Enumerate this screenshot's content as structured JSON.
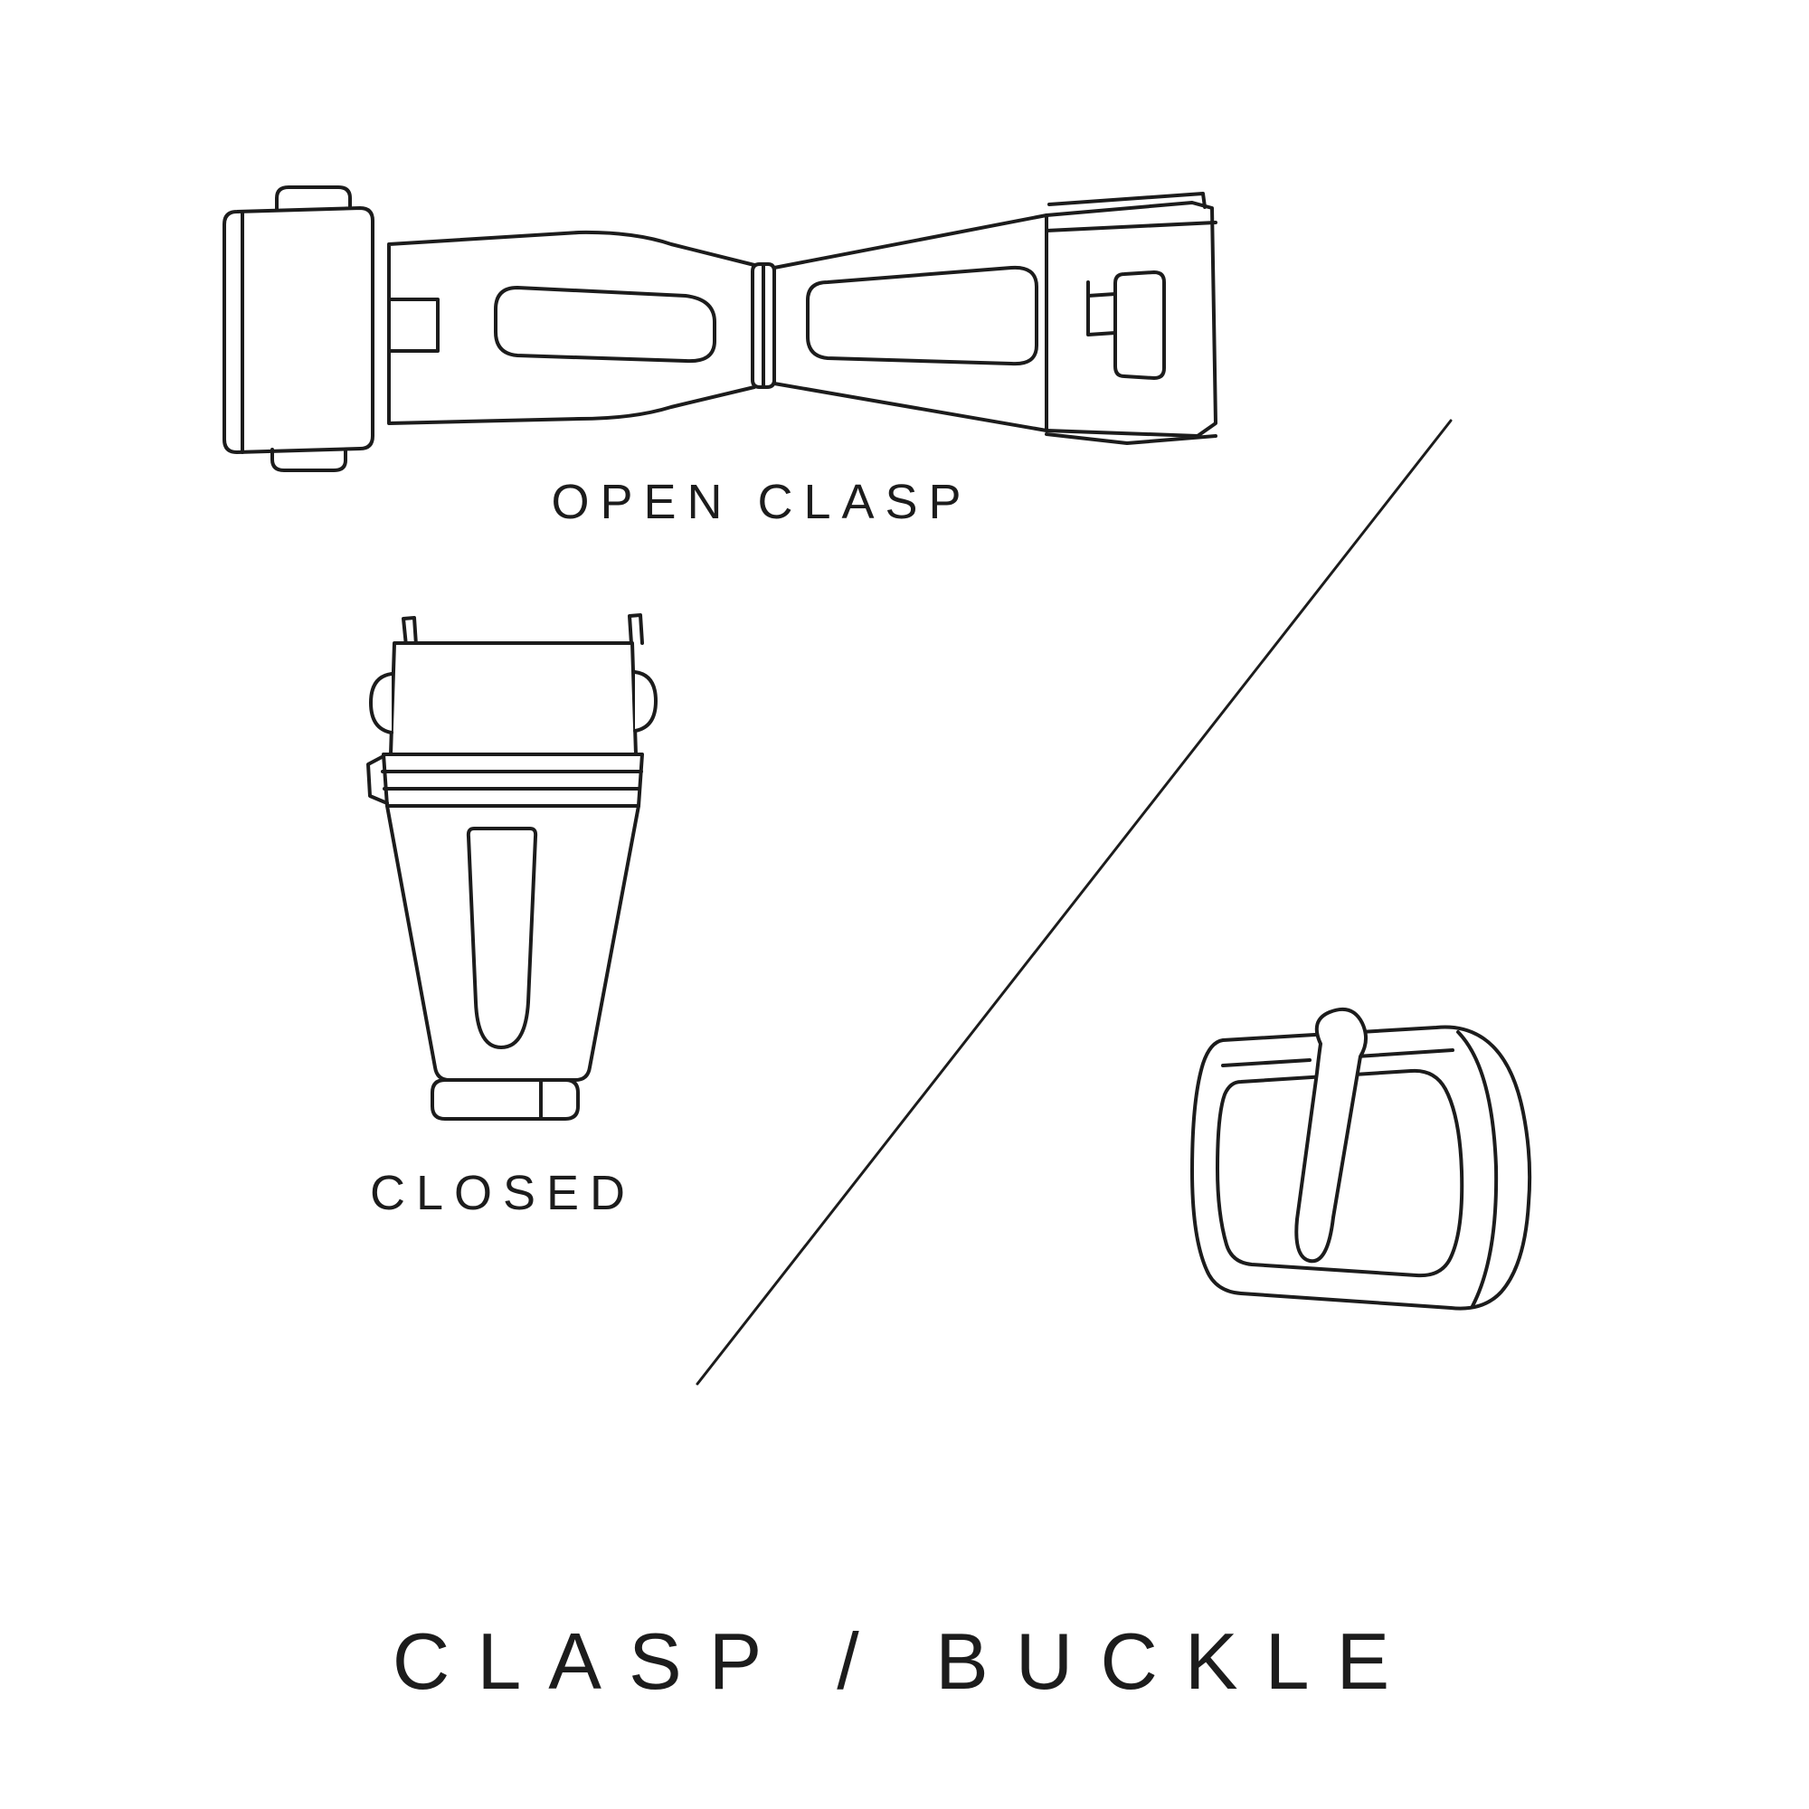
{
  "page": {
    "background": "#ffffff",
    "ink": "#1c1c1c"
  },
  "labels": {
    "open_clasp": "OPEN CLASP",
    "closed": "CLOSED"
  },
  "title": {
    "text": "CLASP / BUCKLE"
  },
  "illustrations": {
    "top": "open-clasp-illustration",
    "middle": "closed-clasp-illustration",
    "right": "buckle-illustration",
    "divider": "diagonal-divider"
  }
}
